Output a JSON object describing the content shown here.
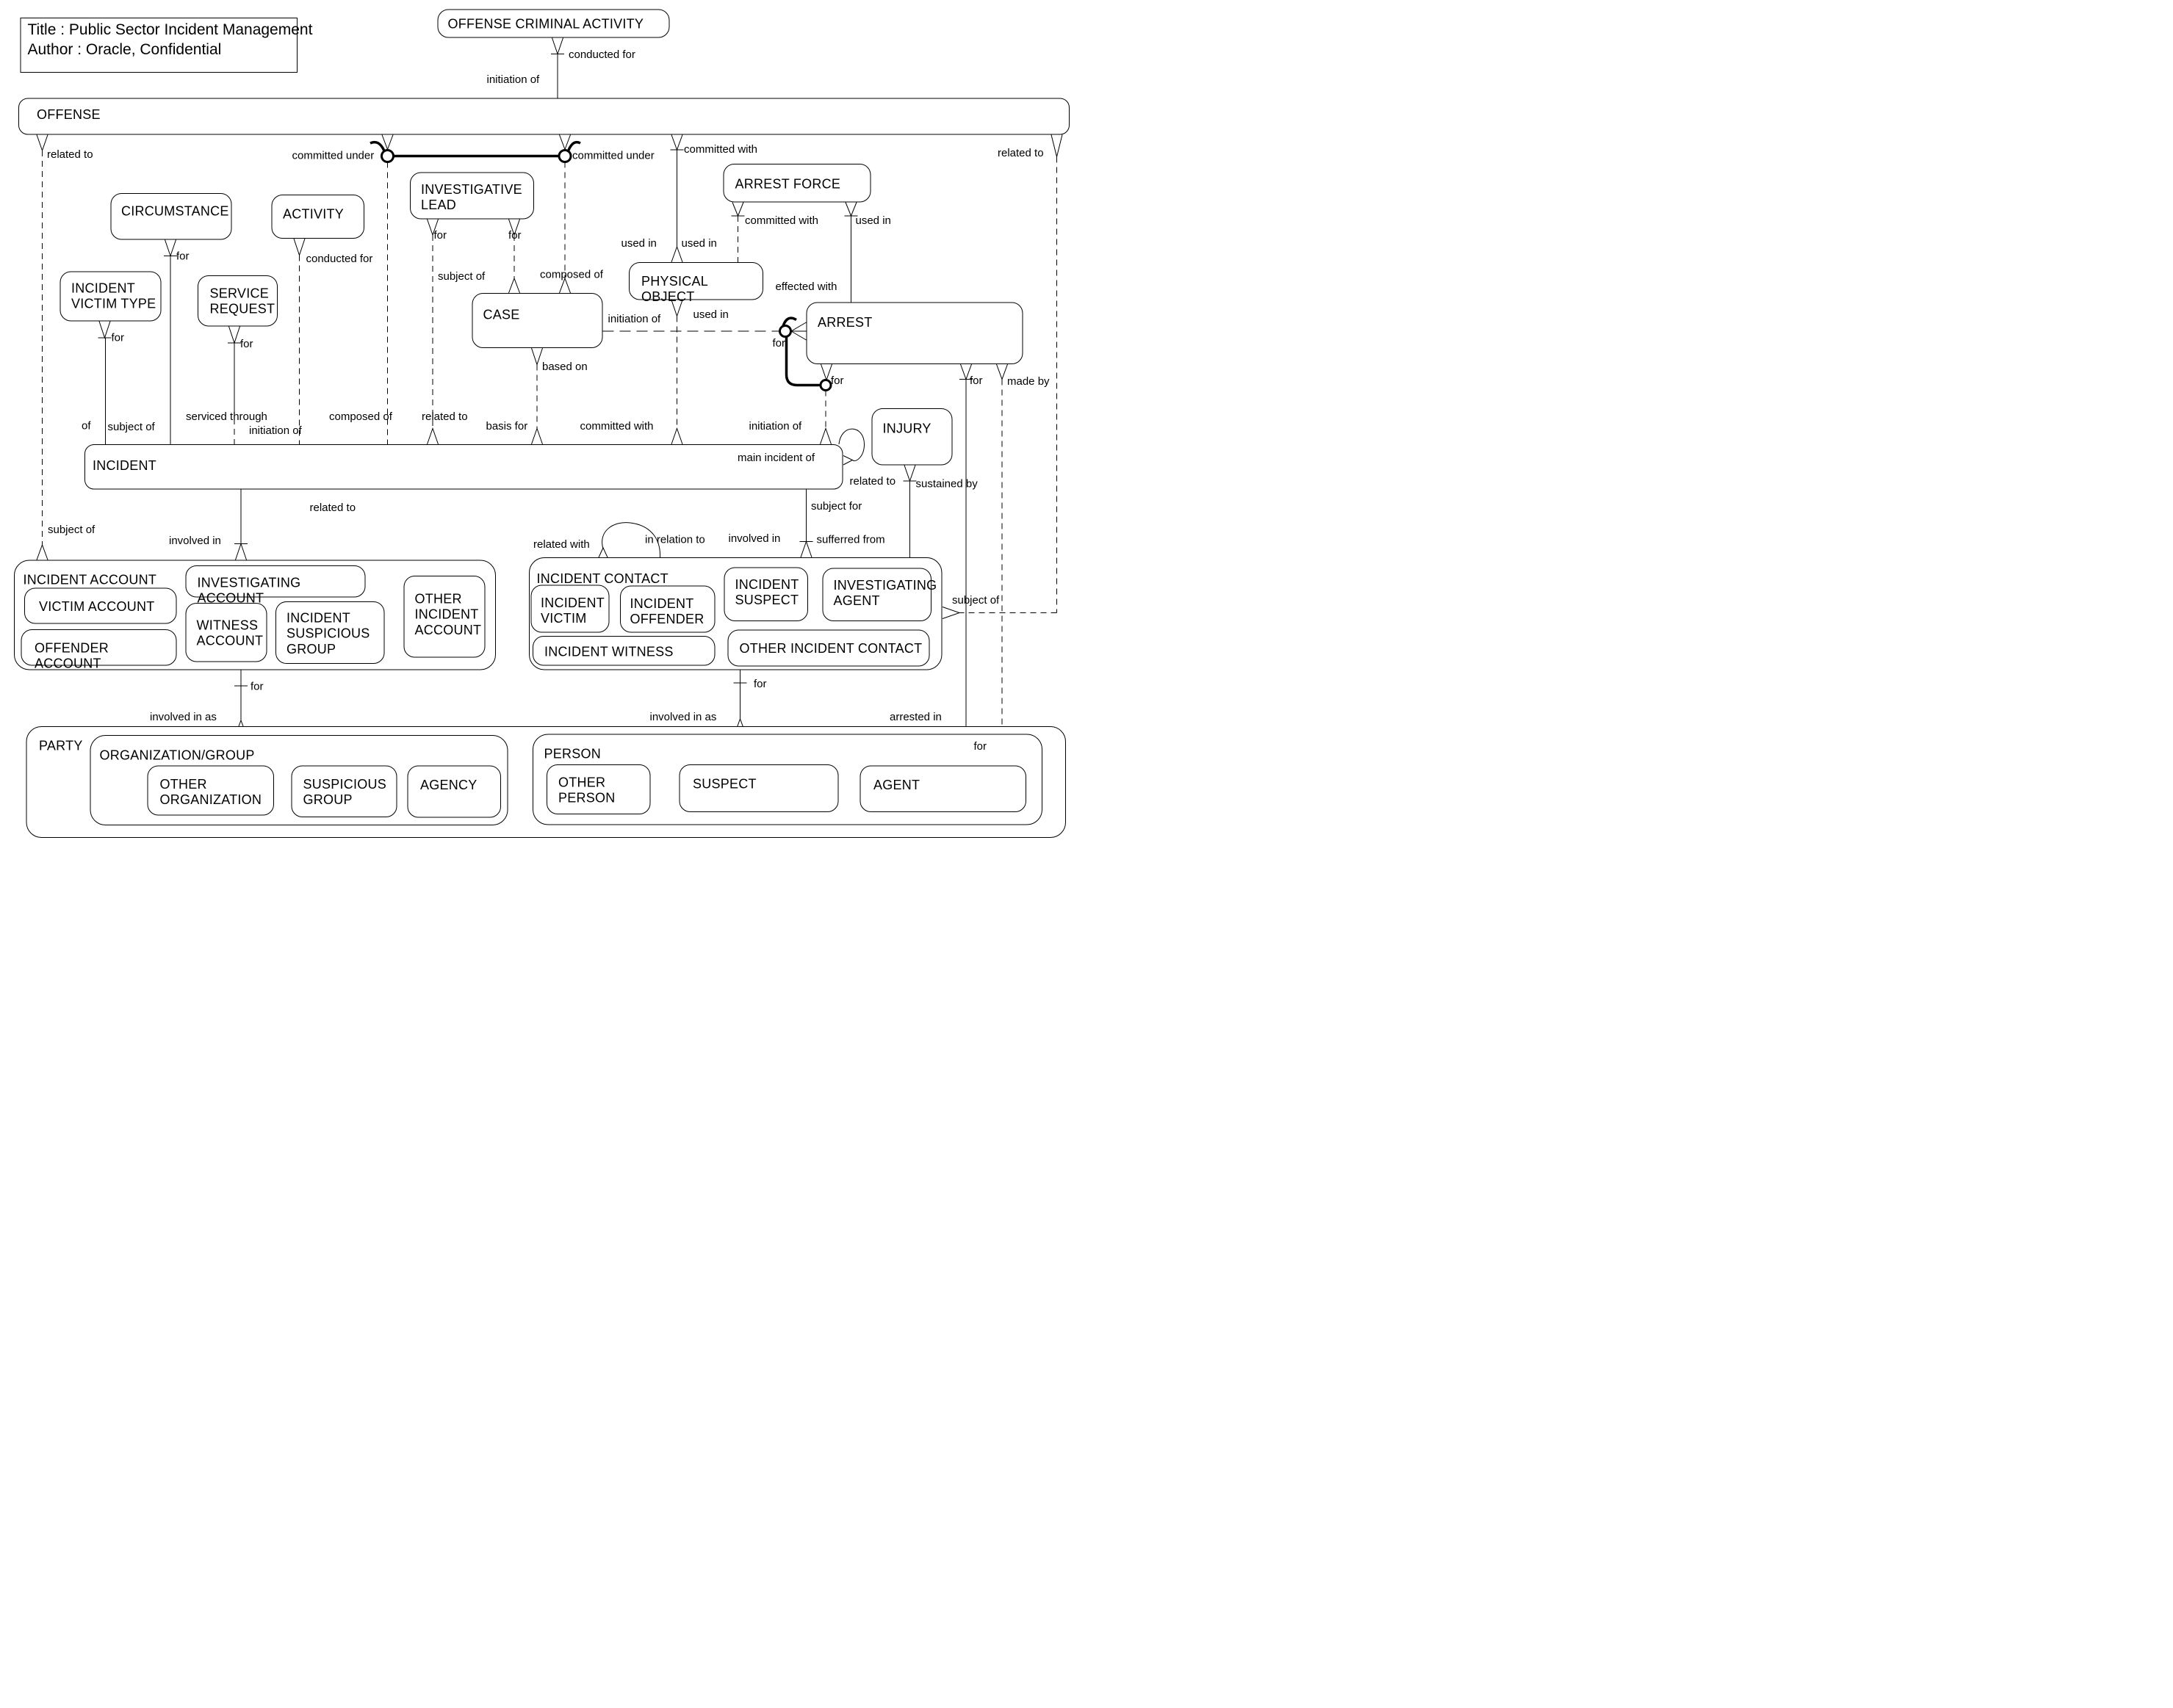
{
  "title": {
    "line1": "Title : Public Sector Incident Management",
    "line2": "Author : Oracle, Confidential"
  },
  "entities": {
    "offense": {
      "label": "OFFENSE"
    },
    "offense_criminal_activity": {
      "label": "OFFENSE CRIMINAL ACTIVITY"
    },
    "circumstance": {
      "label": "CIRCUMSTANCE"
    },
    "activity": {
      "label": "ACTIVITY"
    },
    "incident_victim_type": {
      "label": "INCIDENT\nVICTIM TYPE"
    },
    "service_request": {
      "label": "SERVICE\nREQUEST"
    },
    "investigative_lead": {
      "label": "INVESTIGATIVE\nLEAD"
    },
    "case": {
      "label": "CASE"
    },
    "physical_object": {
      "label": "PHYSICAL OBJECT"
    },
    "arrest_force": {
      "label": "ARREST FORCE"
    },
    "arrest": {
      "label": "ARREST"
    },
    "injury": {
      "label": "INJURY"
    },
    "incident": {
      "label": "INCIDENT"
    },
    "incident_account": {
      "label": "INCIDENT ACCOUNT"
    },
    "victim_account": {
      "label": "VICTIM ACCOUNT"
    },
    "offender_account": {
      "label": "OFFENDER ACCOUNT"
    },
    "investigating_account": {
      "label": "INVESTIGATING ACCOUNT"
    },
    "witness_account": {
      "label": "WITNESS\nACCOUNT"
    },
    "incident_suspicious_group": {
      "label": "INCIDENT\nSUSPICIOUS\nGROUP"
    },
    "other_incident_account": {
      "label": "OTHER\nINCIDENT\nACCOUNT"
    },
    "incident_contact": {
      "label": "INCIDENT CONTACT"
    },
    "incident_victim": {
      "label": "INCIDENT\nVICTIM"
    },
    "incident_offender": {
      "label": "INCIDENT\nOFFENDER"
    },
    "incident_suspect": {
      "label": "INCIDENT\nSUSPECT"
    },
    "investigating_agent": {
      "label": "INVESTIGATING\nAGENT"
    },
    "incident_witness": {
      "label": "INCIDENT WITNESS"
    },
    "other_incident_contact": {
      "label": "OTHER INCIDENT CONTACT"
    },
    "party": {
      "label": "PARTY"
    },
    "organization_group": {
      "label": "ORGANIZATION/GROUP"
    },
    "other_organization": {
      "label": "OTHER\nORGANIZATION"
    },
    "suspicious_group": {
      "label": "SUSPICIOUS\nGROUP"
    },
    "agency": {
      "label": "AGENCY"
    },
    "person": {
      "label": "PERSON"
    },
    "other_person": {
      "label": "OTHER\nPERSON"
    },
    "suspect": {
      "label": "SUSPECT"
    },
    "agent": {
      "label": "AGENT"
    }
  },
  "labels": {
    "conducted_for": "conducted for",
    "initiation_of_top": "initiation of",
    "committed_under_l": "committed under",
    "committed_under_r": "committed under",
    "committed_with_top": "committed with",
    "related_to_tr": "related to",
    "related_to_tl": "related to",
    "for_circ": "for",
    "conducted_for_act": "conducted for",
    "for_ivl1": "for",
    "for_ivl2": "for",
    "committed_with_af": "committed with",
    "used_in_af": "used in",
    "for_ivt": "for",
    "for_sr": "for",
    "subject_of_case": "subject of",
    "composed_of_case": "composed of",
    "used_in_po1": "used in",
    "used_in_po2": "used in",
    "used_in_po3": "used in",
    "initiation_of_mid": "initiation of",
    "effected_with": "effected with",
    "for_arr1": "for",
    "for_arr2": "for",
    "based_on": "based on",
    "for_arr3": "for",
    "made_by": "made by",
    "of_inc": "of",
    "subject_of_inc": "subject of",
    "serviced_through": "serviced through",
    "initiation_of_inc": "initiation of",
    "composed_of_inc": "composed of",
    "related_to_inc": "related to",
    "basis_for": "basis for",
    "committed_with_inc": "committed with",
    "initiation_of_incr": "initiation of",
    "main_incident_of": "main incident of",
    "related_to_injury": "related to",
    "sustained_by": "sustained by",
    "related_to_below": "related to",
    "subject_for": "subject for",
    "subject_of_acct": "subject of",
    "involved_in_acct": "involved in",
    "related_with": "related with",
    "in_relation_to": "in relation to",
    "involved_in_ct": "involved in",
    "sufferred_from": "sufferred from",
    "subject_of_ct": "subject of",
    "for_acct": "for",
    "for_ct": "for",
    "involved_in_as_l": "involved in as",
    "involved_in_as_r": "involved in as",
    "arrested_in": "arrested in",
    "for_agent": "for"
  }
}
